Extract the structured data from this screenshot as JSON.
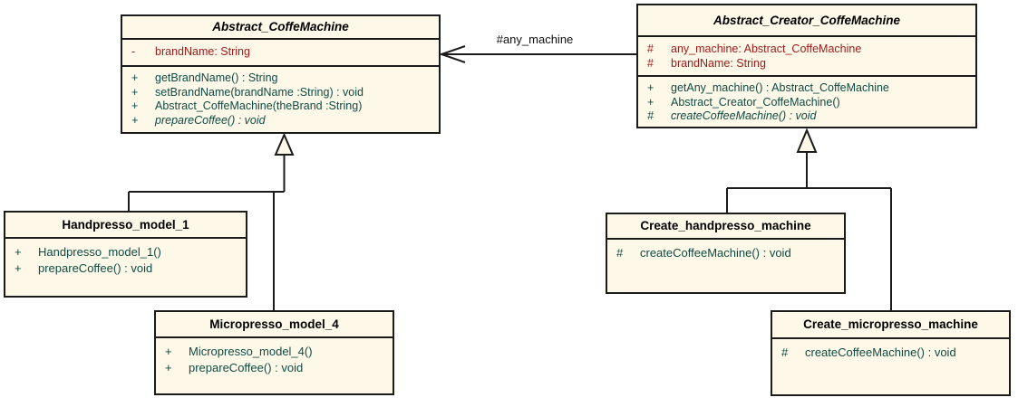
{
  "diagram": {
    "type": "uml-class-diagram",
    "association_label": "#any_machine",
    "colors": {
      "class_fill": "#FDF8E7",
      "border": "#1b1b1b",
      "attribute_text": "#9E1A1A",
      "operation_text": "#0E4B44",
      "title_text": "#000000",
      "background": "#ffffff"
    },
    "classes": [
      {
        "title": "Abstract_CoffeMachine",
        "abstract": true,
        "attributes": [
          {
            "vis": "-",
            "text": "brandName: String"
          }
        ],
        "operations": [
          {
            "vis": "+",
            "text": "getBrandName() : String"
          },
          {
            "vis": "+",
            "text": "setBrandName(brandName :String) : void"
          },
          {
            "vis": "+",
            "text": "Abstract_CoffeMachine(theBrand :String)"
          },
          {
            "vis": "+",
            "text": "prepareCoffee() : void",
            "italic": true
          }
        ]
      },
      {
        "title": "Abstract_Creator_CoffeMachine",
        "abstract": true,
        "attributes": [
          {
            "vis": "#",
            "text": "any_machine: Abstract_CoffeMachine"
          },
          {
            "vis": "#",
            "text": "brandName: String"
          }
        ],
        "operations": [
          {
            "vis": "+",
            "text": "getAny_machine() : Abstract_CoffeMachine"
          },
          {
            "vis": "+",
            "text": "Abstract_Creator_CoffeMachine()"
          },
          {
            "vis": "#",
            "text": "createCoffeeMachine() : void",
            "italic": true
          }
        ]
      },
      {
        "title": "Handpresso_model_1",
        "abstract": false,
        "attributes": [],
        "operations": [
          {
            "vis": "+",
            "text": "Handpresso_model_1()"
          },
          {
            "vis": "+",
            "text": "prepareCoffee() : void"
          }
        ]
      },
      {
        "title": "Micropresso_model_4",
        "abstract": false,
        "attributes": [],
        "operations": [
          {
            "vis": "+",
            "text": "Micropresso_model_4()"
          },
          {
            "vis": "+",
            "text": "prepareCoffee() : void"
          }
        ]
      },
      {
        "title": "Create_handpresso_machine",
        "abstract": false,
        "attributes": [],
        "operations": [
          {
            "vis": "#",
            "text": "createCoffeeMachine() : void"
          }
        ]
      },
      {
        "title": "Create_micropresso_machine",
        "abstract": false,
        "attributes": [],
        "operations": [
          {
            "vis": "#",
            "text": "createCoffeeMachine() : void"
          }
        ]
      }
    ],
    "relations": [
      {
        "type": "association",
        "from": "Abstract_Creator_CoffeMachine",
        "to": "Abstract_CoffeMachine",
        "label": "#any_machine"
      },
      {
        "type": "generalization",
        "from": "Handpresso_model_1",
        "to": "Abstract_CoffeMachine"
      },
      {
        "type": "generalization",
        "from": "Micropresso_model_4",
        "to": "Abstract_CoffeMachine"
      },
      {
        "type": "generalization",
        "from": "Create_handpresso_machine",
        "to": "Abstract_Creator_CoffeMachine"
      },
      {
        "type": "generalization",
        "from": "Create_micropresso_machine",
        "to": "Abstract_Creator_CoffeMachine"
      }
    ]
  }
}
